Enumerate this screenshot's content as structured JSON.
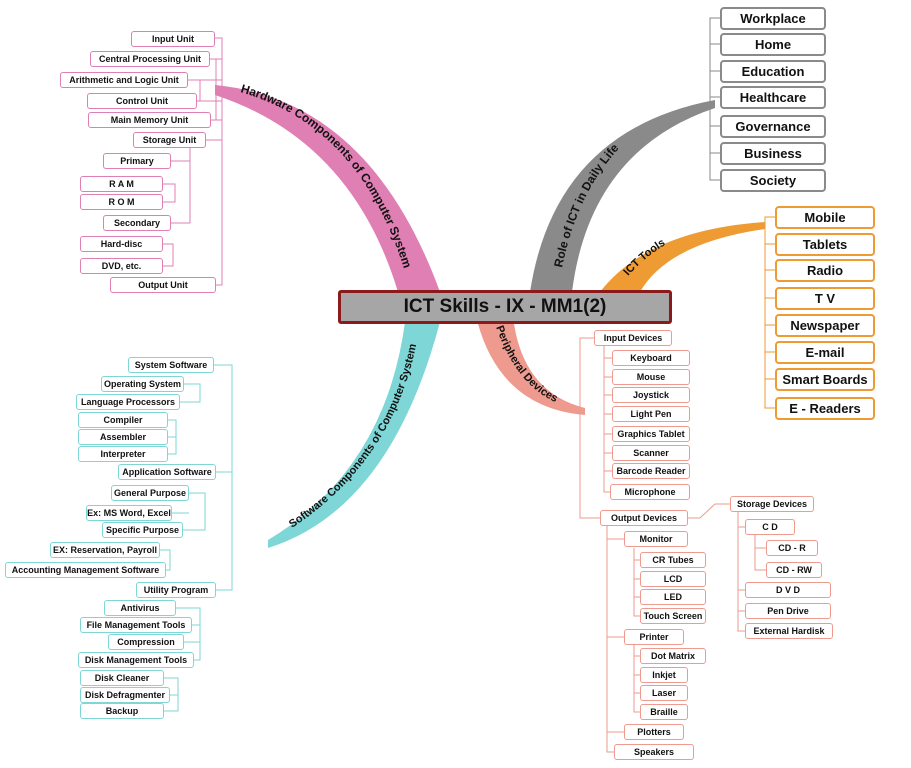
{
  "title": "ICT Skills - IX - MM1(2)",
  "colors": {
    "hardware": "#e07fb3",
    "software": "#7fd6d6",
    "peripheral": "#ee9a8e",
    "role": "#8a8a8a",
    "tools": "#ee9b33",
    "center_fill": "#a6a6a6",
    "center_border": "#8b1a1a"
  },
  "branches": {
    "hardware": "Hardware Components of Computer System",
    "software": "Software Components of Computer System",
    "peripheral": "Peripheral Devices",
    "role": "Role of ICT in Daily Life",
    "tools": "ICT Tools"
  },
  "hardware": {
    "input_unit": "Input Unit",
    "cpu": "Central Processing Unit",
    "alu": "Arithmetic and Logic Unit",
    "control_unit": "Control Unit",
    "main_memory": "Main Memory Unit",
    "storage_unit": "Storage Unit",
    "primary": "Primary",
    "ram": "R A M",
    "rom": "R O M",
    "secondary": "Secondary",
    "hard_disc": "Hard-disc",
    "dvd_etc": "DVD, etc.",
    "output_unit": "Output Unit"
  },
  "software": {
    "system_software": "System Software",
    "operating_system": "Operating System",
    "language_processors": "Language Processors",
    "compiler": "Compiler",
    "assembler": "Assembler",
    "interpreter": "Interpreter",
    "application_software": "Application Software",
    "general_purpose": "General Purpose",
    "ex_ms_word": "Ex: MS Word, Excel",
    "specific_purpose": "Specific Purpose",
    "ex_reservation": "EX: Reservation, Payroll",
    "accounting": "Accounting Management Software",
    "utility_program": "Utility Program",
    "antivirus": "Antivirus",
    "file_management": "File Management Tools",
    "compression": "Compression",
    "disk_management": "Disk Management Tools",
    "disk_cleaner": "Disk Cleaner",
    "disk_defragmenter": "Disk Defragmenter",
    "backup": "Backup"
  },
  "peripheral": {
    "input_devices": "Input Devices",
    "keyboard": "Keyboard",
    "mouse": "Mouse",
    "joystick": "Joystick",
    "light_pen": "Light Pen",
    "graphics_tablet": "Graphics Tablet",
    "scanner": "Scanner",
    "barcode_reader": "Barcode Reader",
    "microphone": "Microphone",
    "output_devices": "Output Devices",
    "monitor": "Monitor",
    "cr_tubes": "CR Tubes",
    "lcd": "LCD",
    "led": "LED",
    "touch_screen": "Touch Screen",
    "printer": "Printer",
    "dot_matrix": "Dot Matrix",
    "inkjet": "Inkjet",
    "laser": "Laser",
    "braille": "Braille",
    "plotters": "Plotters",
    "speakers": "Speakers",
    "storage_devices": "Storage Devices",
    "cd": "C D",
    "cd_r": "CD - R",
    "cd_rw": "CD - RW",
    "dvd": "D V D",
    "pen_drive": "Pen Drive",
    "external_hardisk": "External Hardisk"
  },
  "role": {
    "workplace": "Workplace",
    "home": "Home",
    "education": "Education",
    "healthcare": "Healthcare",
    "governance": "Governance",
    "business": "Business",
    "society": "Society"
  },
  "tools": {
    "mobile": "Mobile",
    "tablets": "Tablets",
    "radio": "Radio",
    "tv": "T V",
    "newspaper": "Newspaper",
    "email": "E-mail",
    "smart_boards": "Smart Boards",
    "e_readers": "E - Readers"
  }
}
